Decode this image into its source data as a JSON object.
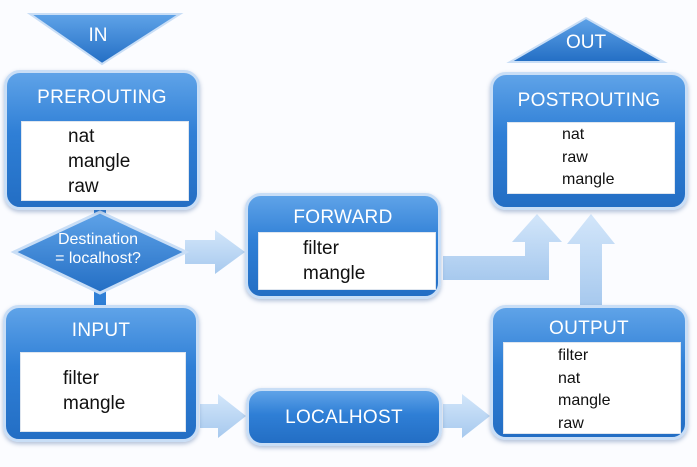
{
  "title": "",
  "in_label": "IN",
  "out_label": "OUT",
  "decision": {
    "line1": "Destination",
    "line2": "= localhost?"
  },
  "chains": {
    "prerouting": {
      "title": "PREROUTING",
      "tables": [
        "nat",
        "mangle",
        "raw"
      ]
    },
    "forward": {
      "title": "FORWARD",
      "tables": [
        "filter",
        "mangle"
      ]
    },
    "postrouting": {
      "title": "POSTROUTING",
      "tables": [
        "nat",
        "raw",
        "mangle"
      ]
    },
    "input": {
      "title": "INPUT",
      "tables": [
        "filter",
        "mangle"
      ]
    },
    "output": {
      "title": "OUTPUT",
      "tables": [
        "filter",
        "nat",
        "mangle",
        "raw"
      ]
    },
    "localhost": {
      "title": "LOCALHOST"
    }
  },
  "colors": {
    "chain_fill": "#2f7fd6",
    "chain_border": "#c9def6",
    "arrow_fill": "#b5d3f2",
    "table_bg": "#ffffff"
  }
}
